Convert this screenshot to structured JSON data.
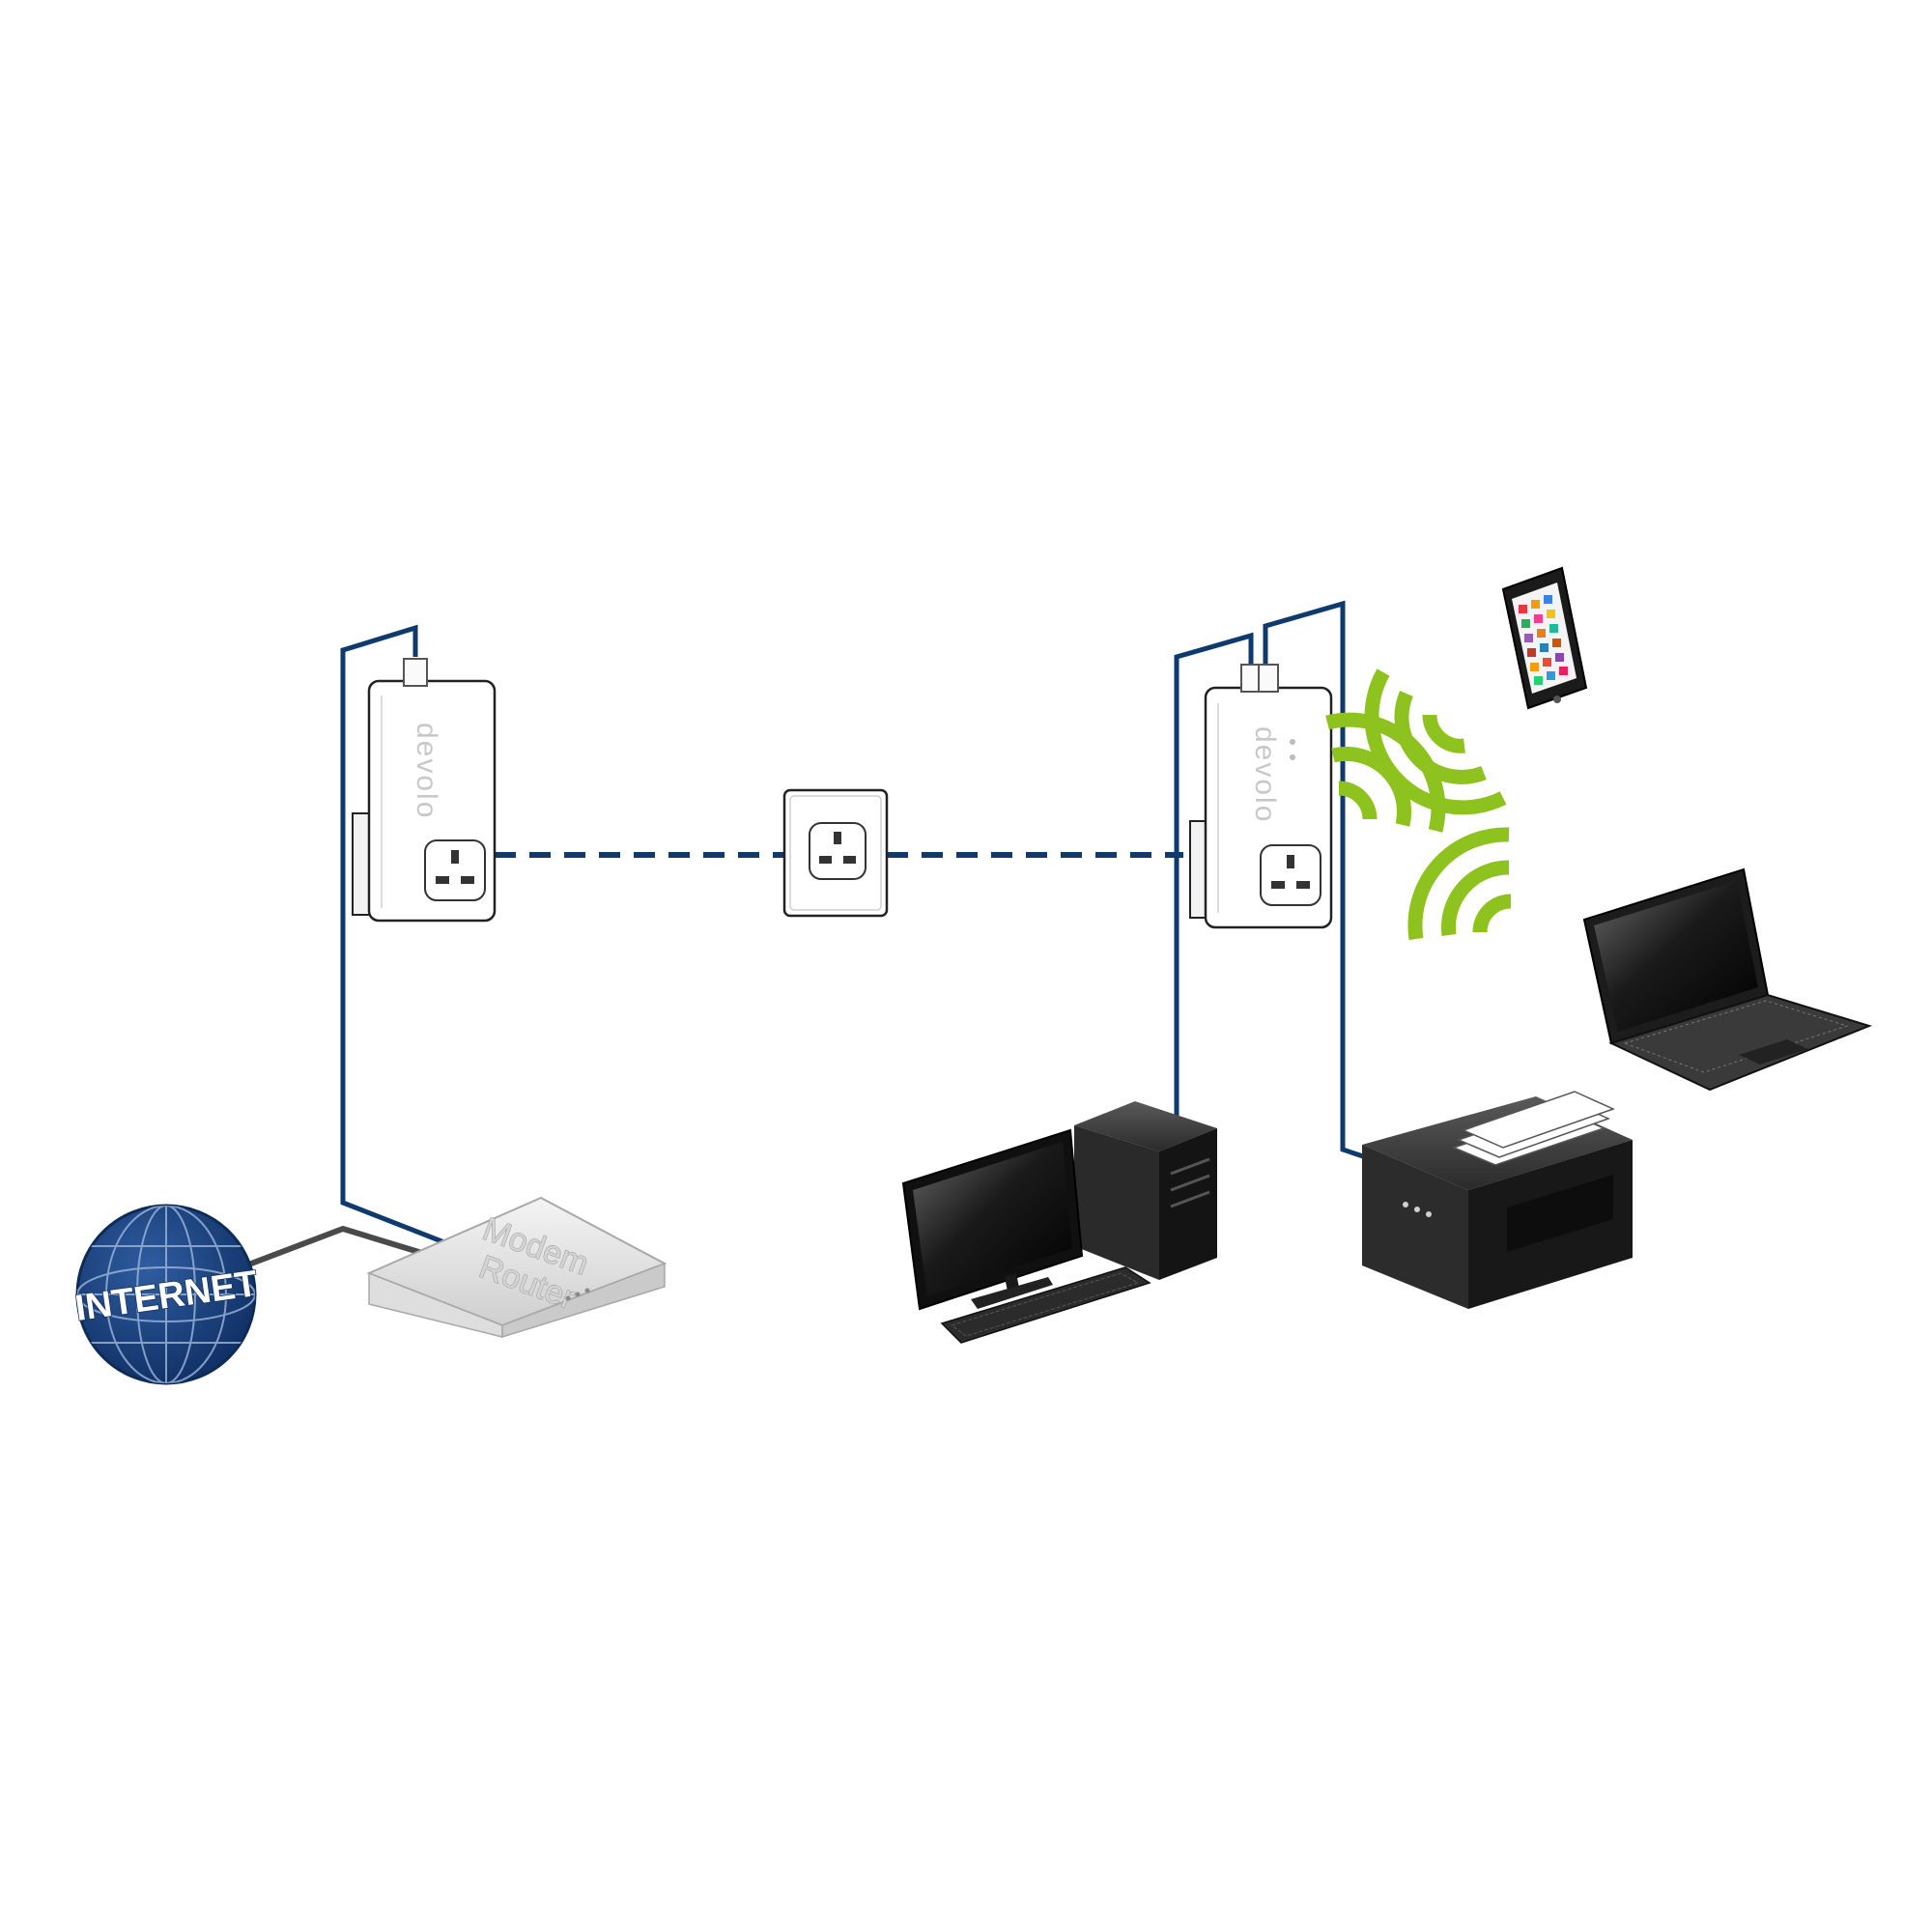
{
  "internet_label": "INTERNET",
  "router": {
    "line1": "Modem",
    "line2": "Router"
  },
  "adapter_brand_left": "devolo",
  "adapter_brand_right": "devolo",
  "colors": {
    "cable": "#0e3a6e",
    "wifi": "#8dc21f",
    "globe": "#1d4680",
    "device_dark": "#1f1f1f",
    "router_body": "#ececec"
  }
}
